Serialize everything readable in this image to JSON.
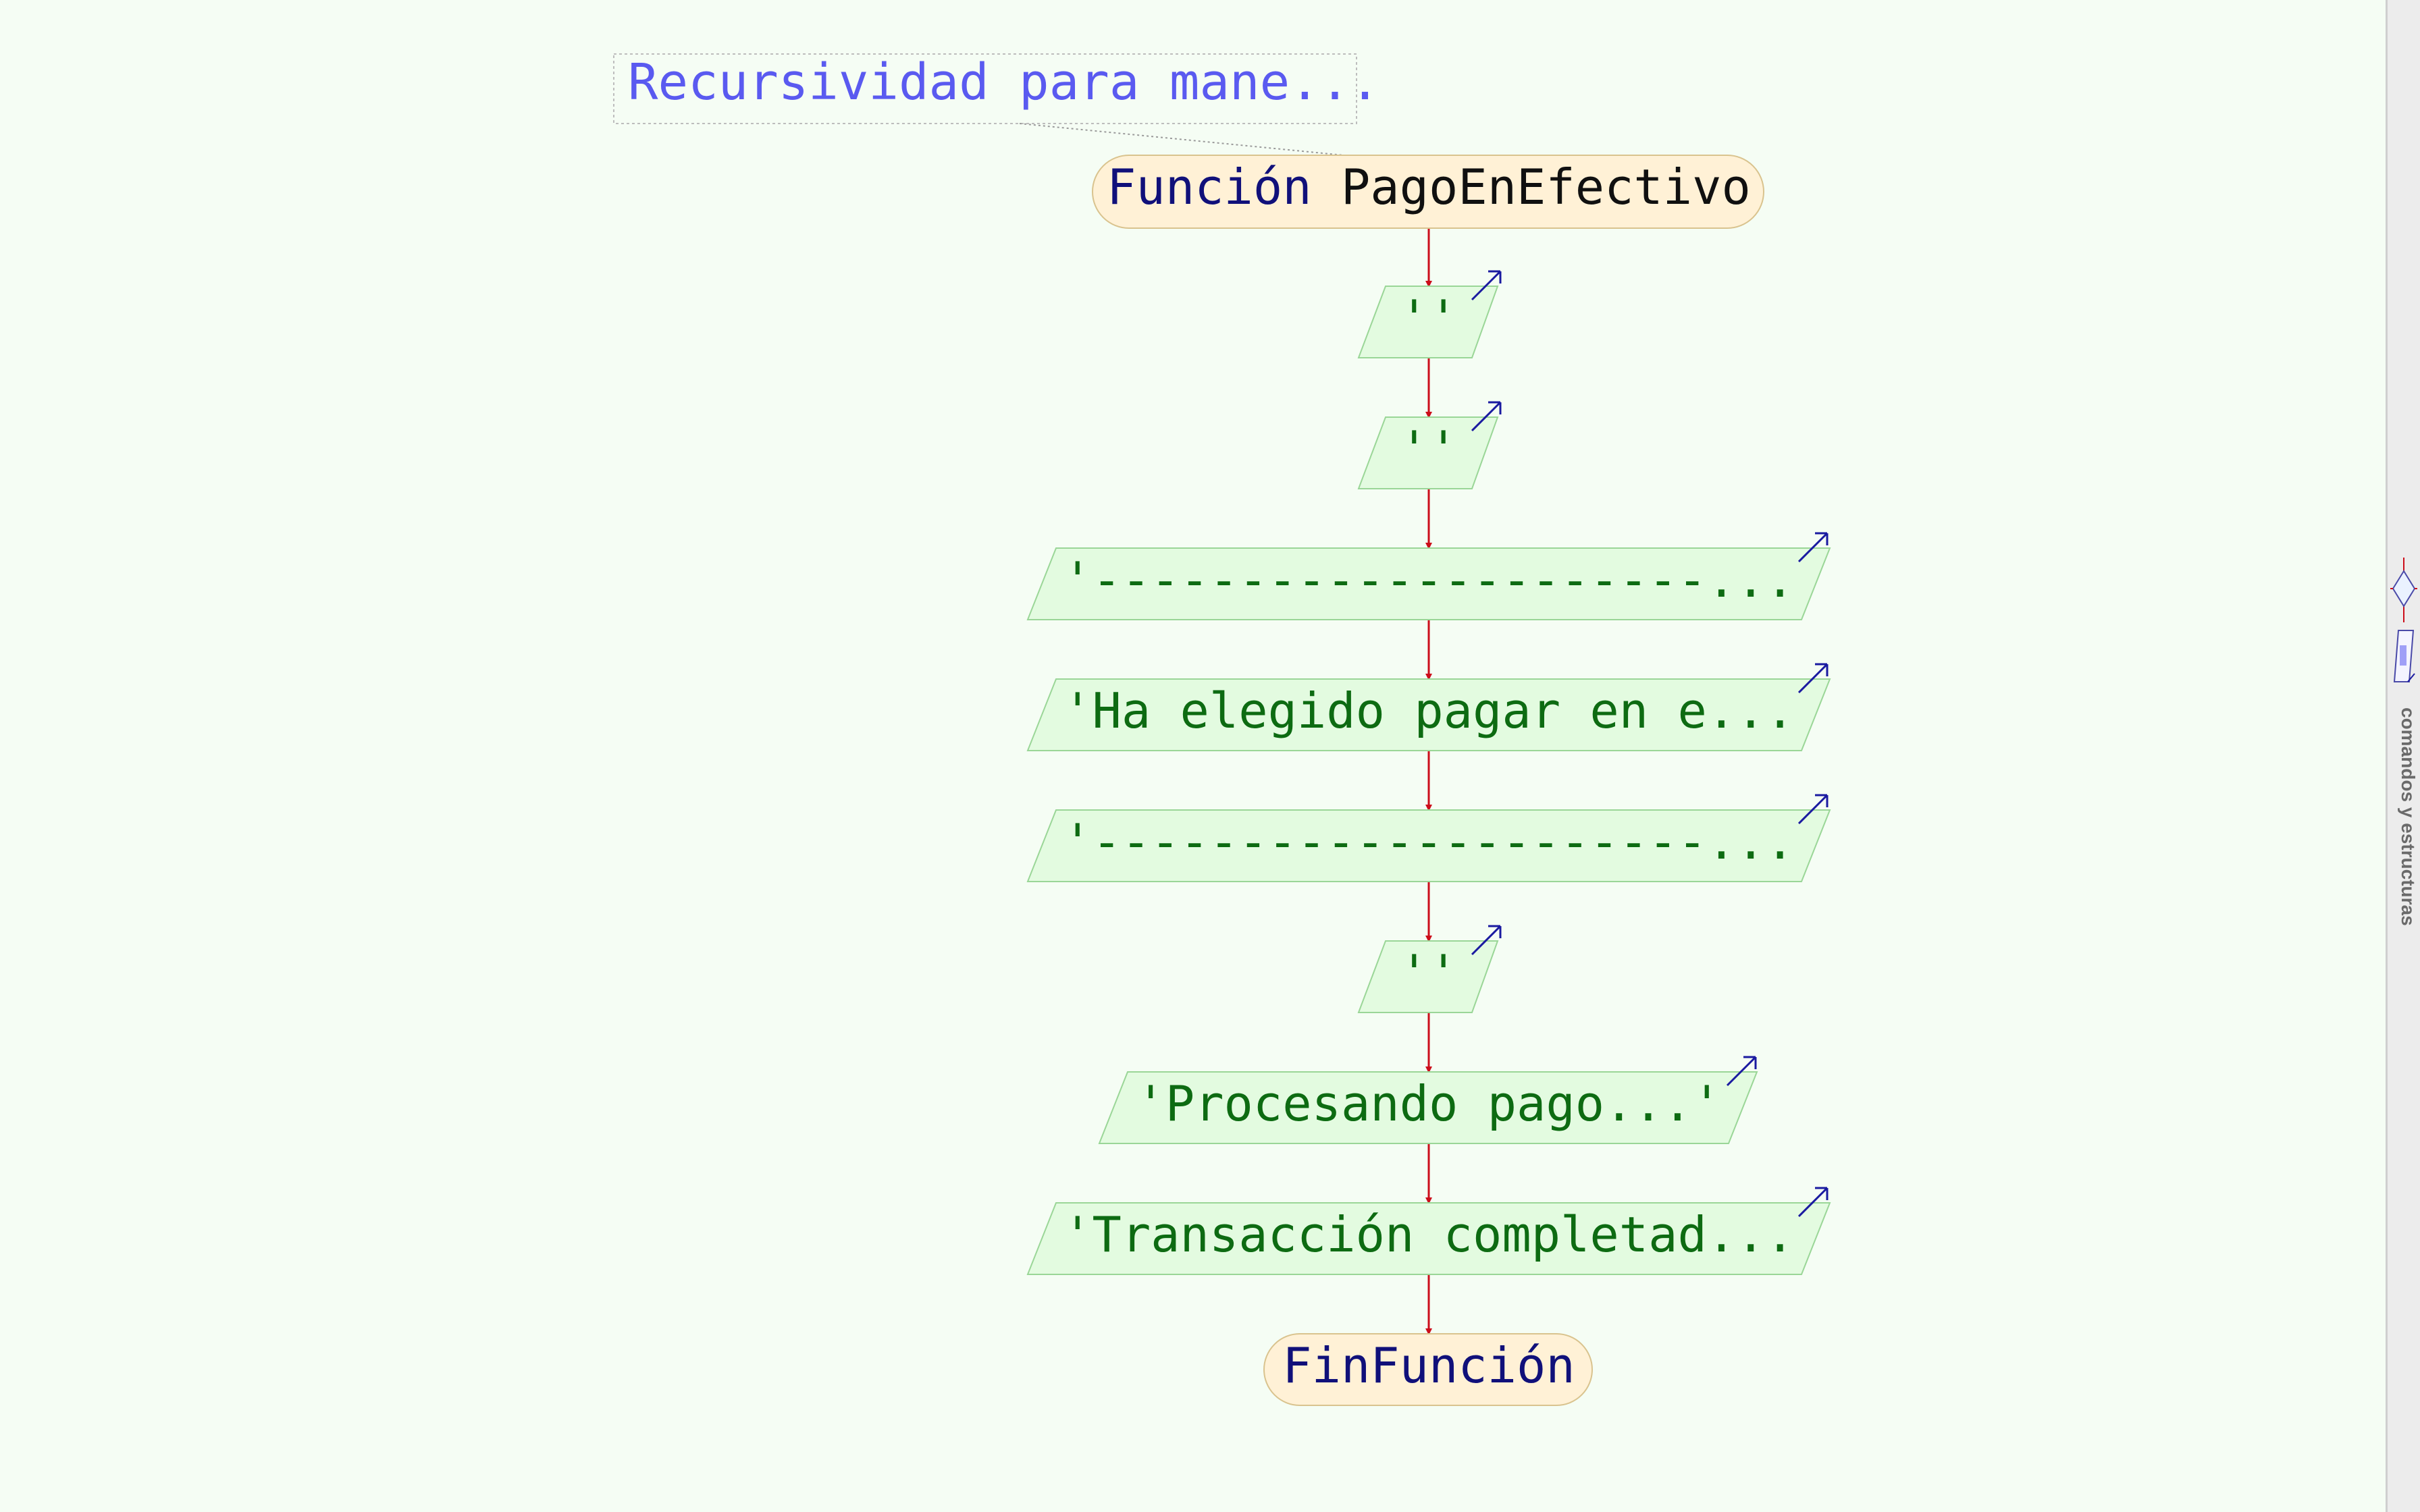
{
  "comment": {
    "text": "Recursividad para mane..."
  },
  "nodes": [
    {
      "kind": "terminal",
      "keyword": "Función",
      "name": "PagoEnEfectivo"
    },
    {
      "kind": "output",
      "text": "''"
    },
    {
      "kind": "output",
      "text": "''"
    },
    {
      "kind": "output",
      "text": "'---------------------..."
    },
    {
      "kind": "output",
      "text": "'Ha elegido pagar en e..."
    },
    {
      "kind": "output",
      "text": "'---------------------..."
    },
    {
      "kind": "output",
      "text": "''"
    },
    {
      "kind": "output",
      "text": "'Procesando pago...'"
    },
    {
      "kind": "output",
      "text": "'Transacción completad..."
    },
    {
      "kind": "terminal",
      "keyword": "FinFunción",
      "name": ""
    }
  ],
  "sidebar": {
    "label": "comandos y estructuras",
    "icons": [
      "decision-icon",
      "output-icon"
    ]
  },
  "colors": {
    "background": "#f5fdf4",
    "terminal_fill": "#fff1d6",
    "terminal_stroke": "#d9c38e",
    "keyword": "#10107a",
    "identifier": "#101010",
    "output_fill": "#e3fbe0",
    "output_stroke": "#9ad697",
    "output_text": "#0d6b12",
    "arrow": "#cc0d1a",
    "output_marker": "#1a1aa0",
    "comment_text": "#5a5af0",
    "comment_border": "#bdbdbd"
  }
}
